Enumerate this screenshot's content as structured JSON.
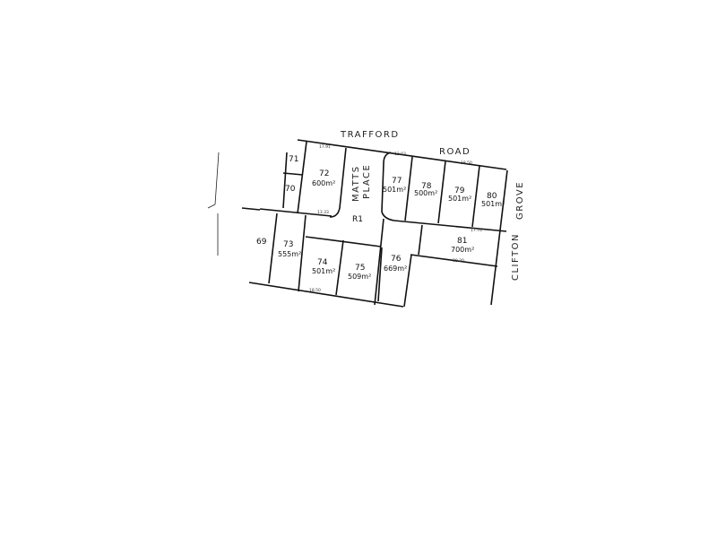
{
  "plan": {
    "streets": {
      "trafford": "TRAFFORD",
      "road": "ROAD",
      "matts": "MATTS",
      "place": "PLACE",
      "clifton": "CLIFTON",
      "grove": "GROVE"
    },
    "lots": [
      {
        "number": "71",
        "area": ""
      },
      {
        "number": "72",
        "area": "600m²"
      },
      {
        "number": "70",
        "area": ""
      },
      {
        "number": "69",
        "area": ""
      },
      {
        "number": "73",
        "area": "555m²"
      },
      {
        "number": "74",
        "area": "501m²"
      },
      {
        "number": "75",
        "area": "509m²"
      },
      {
        "number": "R1",
        "area": ""
      },
      {
        "number": "76",
        "area": "669m²"
      },
      {
        "number": "77",
        "area": "501m²"
      },
      {
        "number": "78",
        "area": "500m²"
      },
      {
        "number": "79",
        "area": "501m²"
      },
      {
        "number": "80",
        "area": "501m²"
      },
      {
        "number": "81",
        "area": "700m²"
      }
    ],
    "dimensions": [
      "17.91",
      "13.33",
      "12.03",
      "18.50",
      "17.76",
      "38.20",
      "18.50"
    ]
  }
}
